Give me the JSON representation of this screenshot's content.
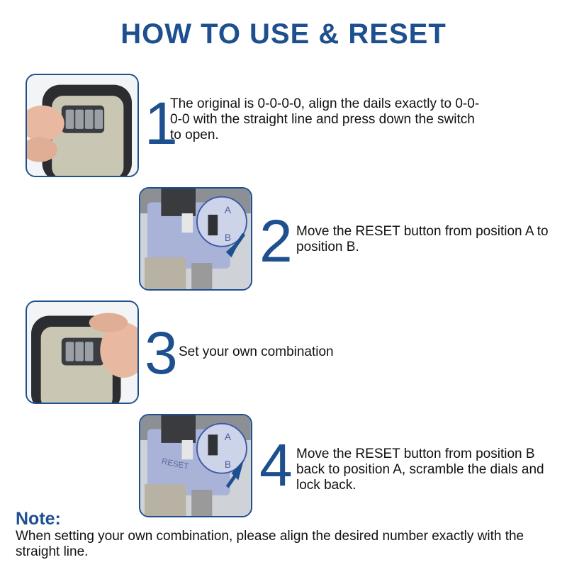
{
  "colors": {
    "accent": "#1e4f8f",
    "text": "#111111"
  },
  "title": "HOW TO USE & RESET",
  "steps": [
    {
      "number": "1",
      "text": "The original is 0-0-0-0, align the dails exactly to 0-0-0-0 with the straight line and press down the switch to open."
    },
    {
      "number": "2",
      "text": "Move the RESET button from position A to position B."
    },
    {
      "number": "3",
      "text": "Set your own combination"
    },
    {
      "number": "4",
      "text": "Move the RESET button from position B back to position A, scramble the dials and lock back."
    }
  ],
  "mechanism_labels": {
    "a": "A",
    "b": "B",
    "reset": "RESET"
  },
  "note": {
    "label": "Note:",
    "text": "When setting your own combination, please align the desired number exactly with the straight line."
  }
}
